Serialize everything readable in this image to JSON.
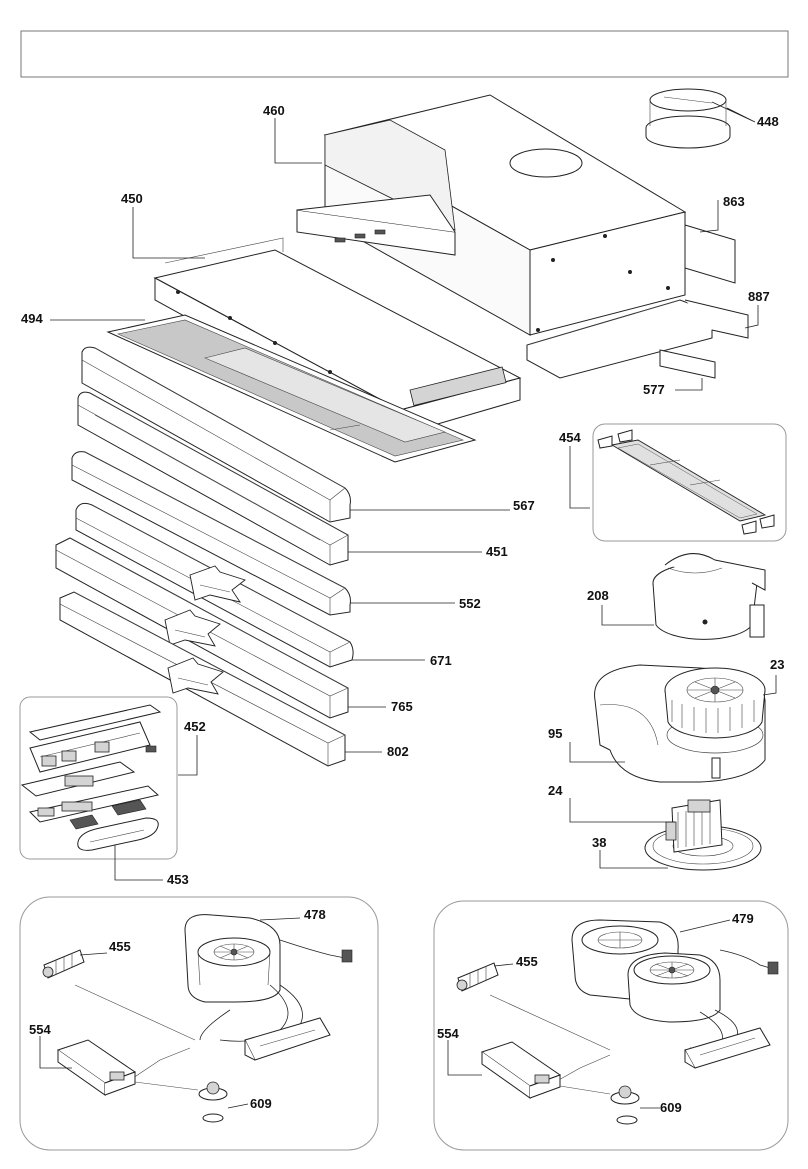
{
  "title_box": "",
  "callouts": [
    "448",
    "460",
    "450",
    "863",
    "887",
    "494",
    "577",
    "454",
    "567",
    "451",
    "552",
    "208",
    "671",
    "23",
    "765",
    "95",
    "452",
    "802",
    "24",
    "38",
    "453",
    "478",
    "479",
    "455",
    "455",
    "554",
    "554",
    "609",
    "609"
  ]
}
